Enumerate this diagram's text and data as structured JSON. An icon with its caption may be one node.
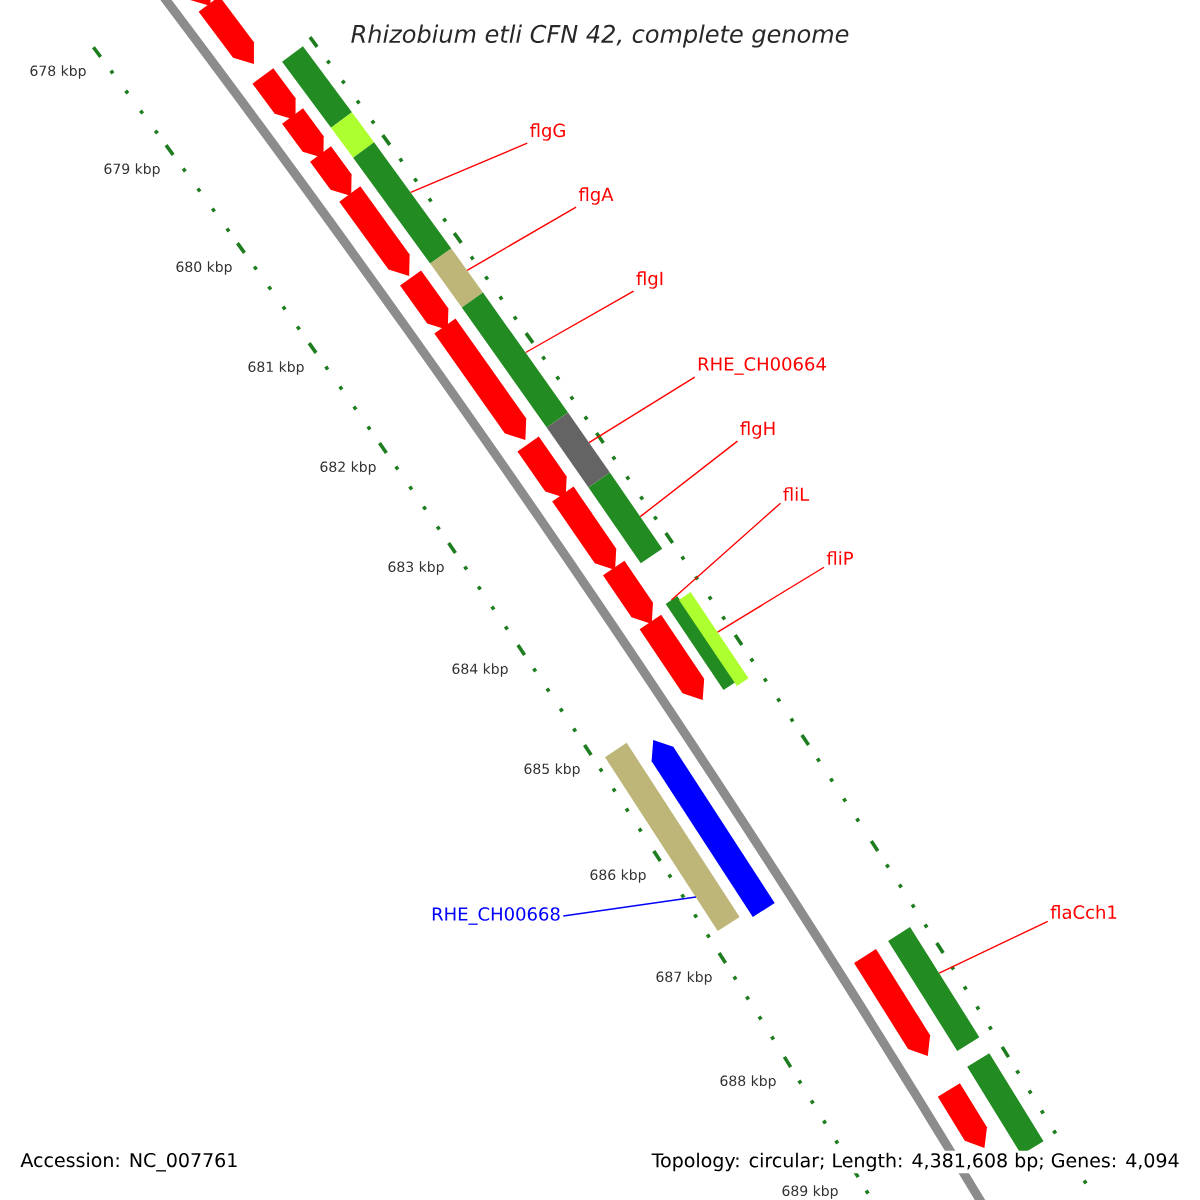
{
  "diagram": {
    "title": "Rhizobium etli CFN 42, complete genome",
    "nodes": [
      {
        "text": [
          "flgG"
        ]
      },
      {
        "text": [
          "flgA"
        ]
      },
      {
        "text": [
          "flgI"
        ]
      },
      {
        "text": [
          "RHE_CH00664"
        ]
      },
      {
        "text": [
          "flgH"
        ]
      },
      {
        "text": [
          "fliL"
        ]
      },
      {
        "text": [
          "fliP"
        ]
      },
      {
        "text": [
          "RHE_CH00668"
        ]
      },
      {
        "text": [
          "flaCch1"
        ]
      },
      {
        "text": [],
        "shape": "arrow"
      },
      {
        "text": [],
        "shape": "arrow"
      },
      {
        "text": [],
        "shape": "bar"
      },
      {
        "text": [],
        "shape": "arrow"
      },
      {
        "text": [],
        "shape": "arrow"
      },
      {
        "text": [],
        "shape": "bar"
      },
      {
        "text": [],
        "shape": "bar"
      },
      {
        "text": [],
        "shape": "arrow"
      },
      {
        "text": [],
        "shape": "arrow"
      },
      {
        "text": [],
        "shape": "bar"
      },
      {
        "text": [],
        "shape": "arrow"
      },
      {
        "text": [],
        "shape": "bar"
      },
      {
        "text": [],
        "shape": "arrow"
      },
      {
        "text": [],
        "shape": "bar"
      },
      {
        "text": [],
        "shape": "arrow"
      },
      {
        "text": [],
        "shape": "bar"
      },
      {
        "text": [],
        "shape": "arrow"
      },
      {
        "text": [],
        "shape": "arrow"
      },
      {
        "text": [],
        "shape": "bar"
      },
      {
        "text": [],
        "shape": "bar"
      },
      {
        "text": [],
        "shape": "arrow"
      },
      {
        "text": [],
        "shape": "arrow"
      },
      {
        "text": [],
        "shape": "bar"
      },
      {
        "text": [],
        "shape": "bar"
      },
      {
        "text": [],
        "shape": "arrow"
      },
      {
        "text": [],
        "shape": "bar"
      },
      {
        "text": [],
        "shape": "arrow"
      }
    ],
    "edges": [
      {
        "from": 0,
        "to": 15,
        "arrow": "none"
      },
      {
        "from": 1,
        "to": 18,
        "arrow": "none"
      },
      {
        "from": 2,
        "to": 20,
        "arrow": "none"
      },
      {
        "from": 3,
        "to": 22,
        "arrow": "none"
      },
      {
        "from": 4,
        "to": 24,
        "arrow": "none"
      },
      {
        "from": 5,
        "to": 27,
        "arrow": "none"
      },
      {
        "from": 6,
        "to": 28,
        "arrow": "none"
      },
      {
        "from": 7,
        "to": 31,
        "arrow": "none",
        "color": "#0000ff"
      },
      {
        "from": 8,
        "to": 32,
        "arrow": "none"
      }
    ],
    "labels": [
      "678 kbp",
      "679 kbp",
      "680 kbp",
      "681 kbp",
      "682 kbp",
      "683 kbp",
      "684 kbp",
      "685 kbp",
      "686 kbp",
      "687 kbp",
      "688 kbp",
      "689 kbp",
      "Accession: NC_007761",
      "Topology: circular; Length: 4,381,608 bp; Genes: 4,094"
    ]
  }
}
